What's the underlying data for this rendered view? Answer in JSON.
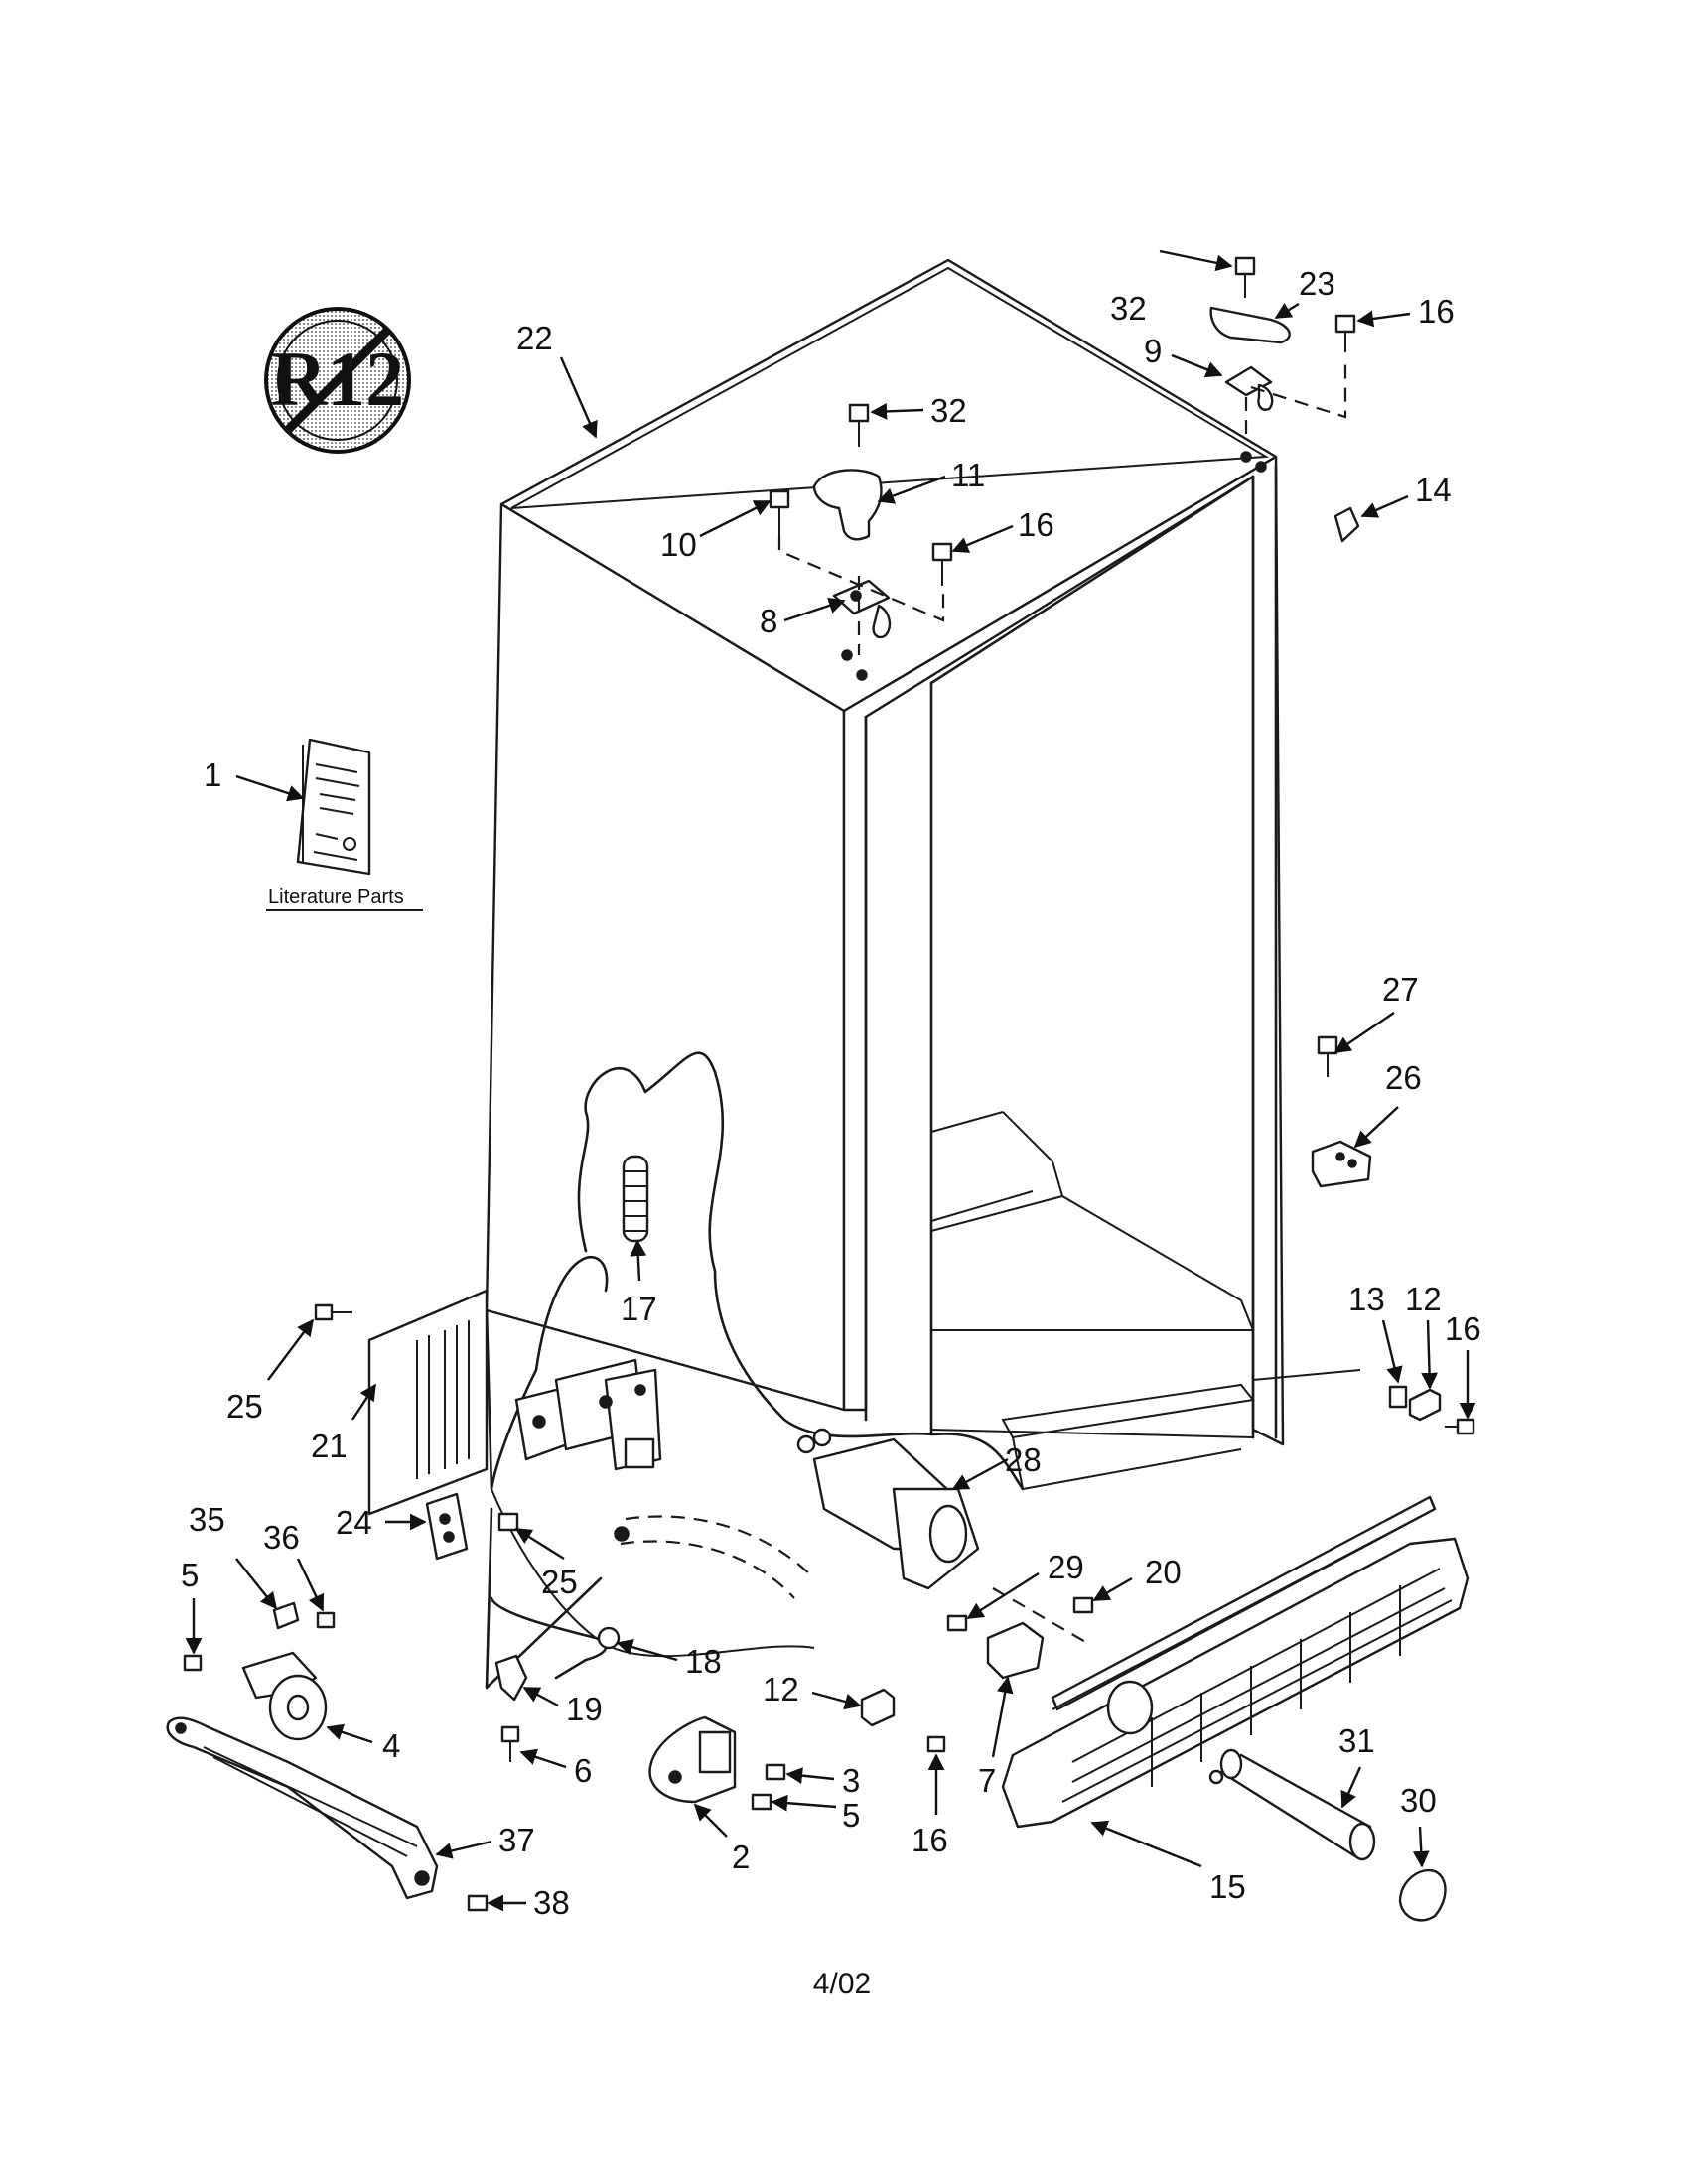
{
  "diagram": {
    "date_code": "4/02",
    "literature_label": "Literature Parts",
    "badge_text": "R12",
    "callouts": {
      "p1": "1",
      "p2": "2",
      "p3": "3",
      "p4": "4",
      "p5a": "5",
      "p5b": "5",
      "p6": "6",
      "p7": "7",
      "p8": "8",
      "p9": "9",
      "p10": "10",
      "p11": "11",
      "p12a": "12",
      "p12b": "12",
      "p13": "13",
      "p14": "14",
      "p15": "15",
      "p16a": "16",
      "p16b": "16",
      "p16c": "16",
      "p16d": "16",
      "p17": "17",
      "p18": "18",
      "p19": "19",
      "p20": "20",
      "p21": "21",
      "p22": "22",
      "p23": "23",
      "p24": "24",
      "p25a": "25",
      "p25b": "25",
      "p26": "26",
      "p27": "27",
      "p28": "28",
      "p29": "29",
      "p30": "30",
      "p31": "31",
      "p32a": "32",
      "p32b": "32",
      "p35": "35",
      "p36": "36",
      "p37": "37",
      "p38": "38"
    }
  }
}
